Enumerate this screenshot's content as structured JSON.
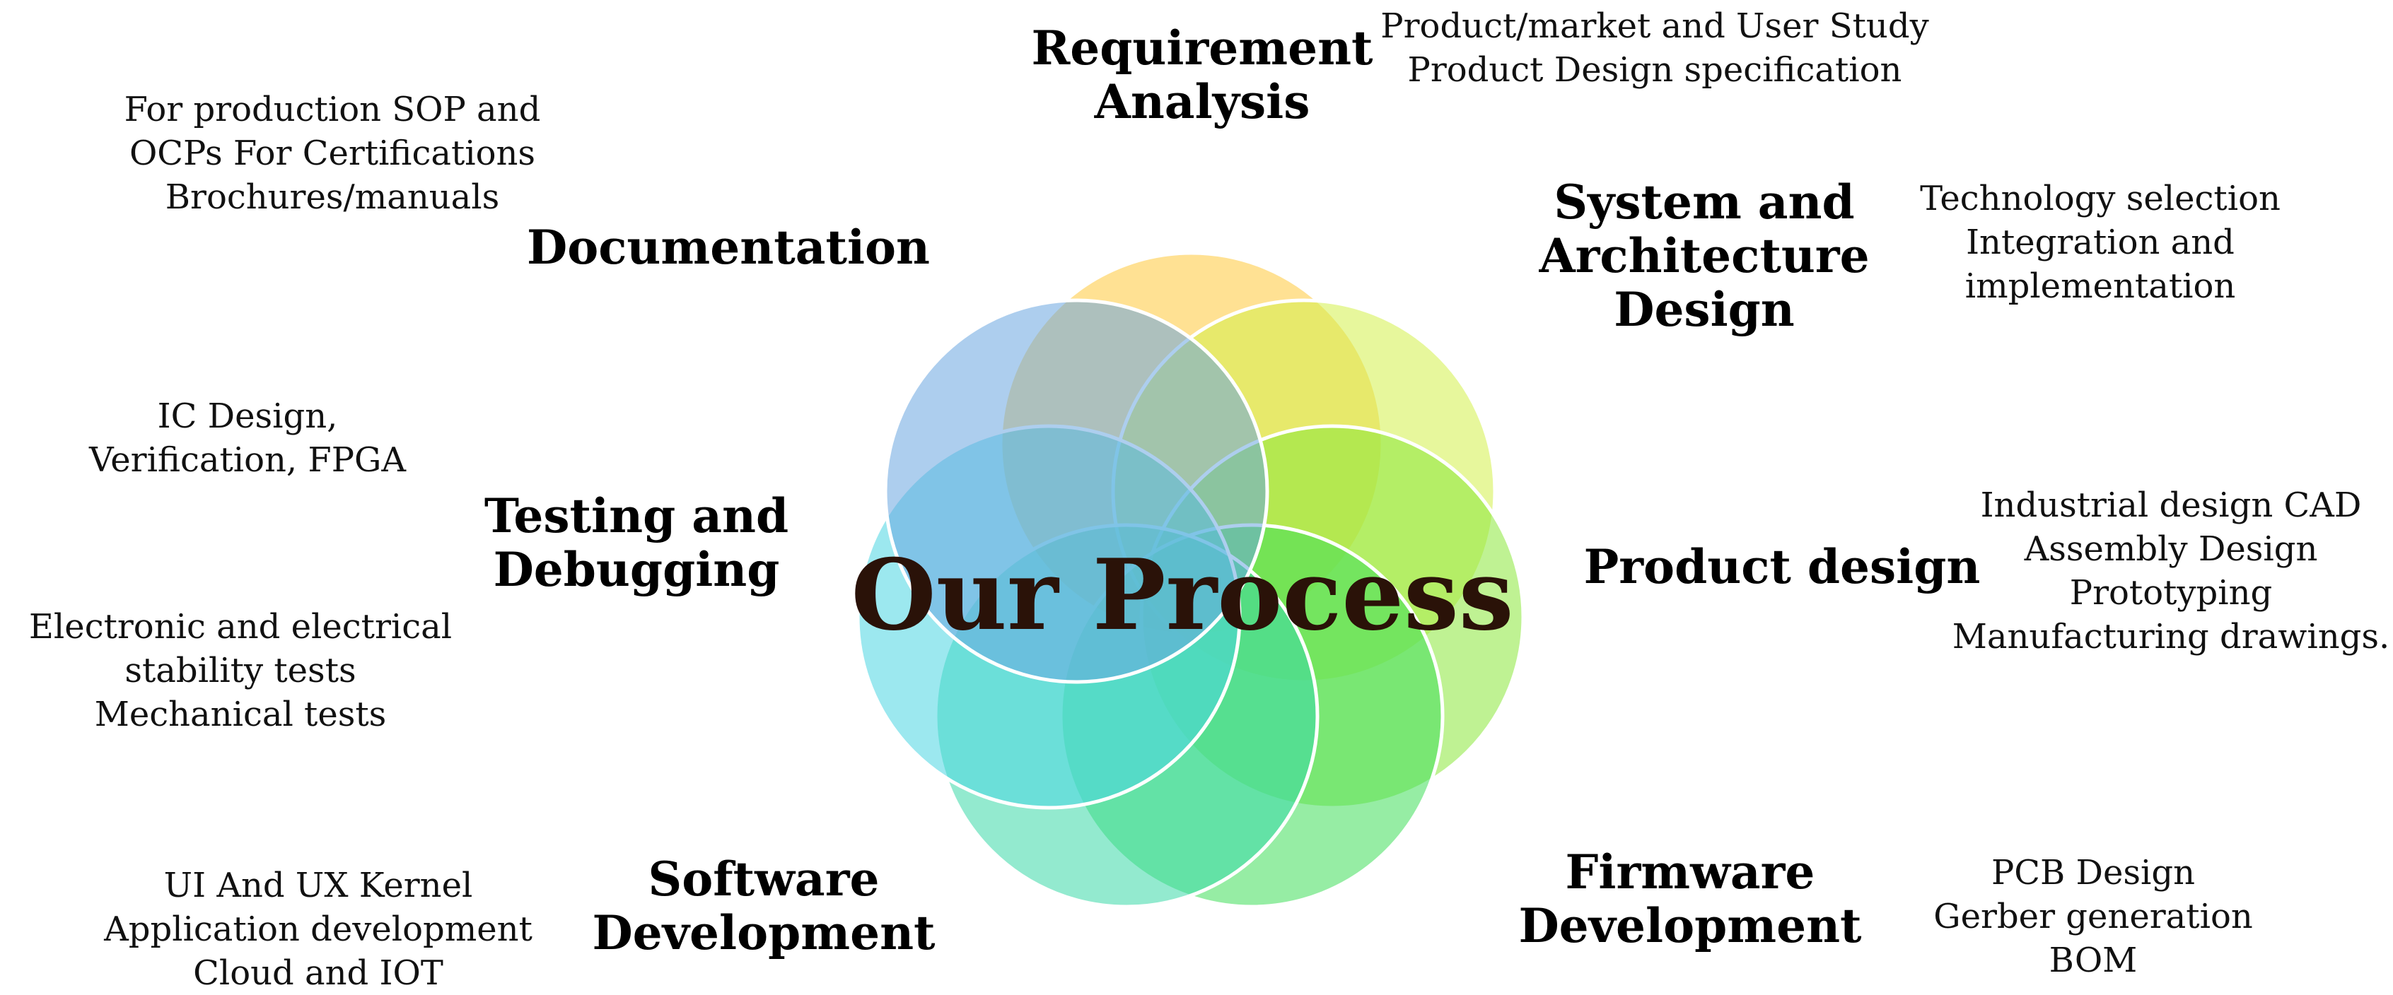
{
  "center": {
    "title": "Our Process",
    "title_color": "#2a1208"
  },
  "petals": [
    {
      "name": "petal-requirement-analysis",
      "color": "#ffc83a"
    },
    {
      "name": "petal-system-architecture",
      "color": "#d4f04a"
    },
    {
      "name": "petal-product-design",
      "color": "#8ae83a"
    },
    {
      "name": "petal-firmware",
      "color": "#3fde5a"
    },
    {
      "name": "petal-software",
      "color": "#3ad8a8"
    },
    {
      "name": "petal-testing",
      "color": "#4ad6e2"
    },
    {
      "name": "petal-documentation",
      "color": "#6aa6e0"
    }
  ],
  "stages": {
    "requirement": {
      "heading": "Requirement\nAnalysis",
      "details": "Product/market and User Study\nProduct Design specification"
    },
    "system": {
      "heading": "System and\nArchitecture\nDesign",
      "details": "Technology selection\nIntegration and\nimplementation"
    },
    "product": {
      "heading": "Product design",
      "details": "Industrial design CAD\nAssembly Design\nPrototyping\nManufacturing drawings."
    },
    "firmware": {
      "heading": "Firmware\nDevelopment",
      "details": "PCB Design\nGerber generation\nBOM"
    },
    "software": {
      "heading": "Software\nDevelopment",
      "details": "UI And UX Kernel\nApplication development\nCloud and IOT"
    },
    "testing": {
      "heading": "Testing and\nDebugging",
      "details_top": "IC Design,\nVerification, FPGA",
      "details_bottom": "Electronic and electrical\nstability tests\nMechanical tests"
    },
    "documentation": {
      "heading": "Documentation",
      "details": "For production SOP and\nOCPs For Certifications\nBrochures/manuals"
    }
  }
}
